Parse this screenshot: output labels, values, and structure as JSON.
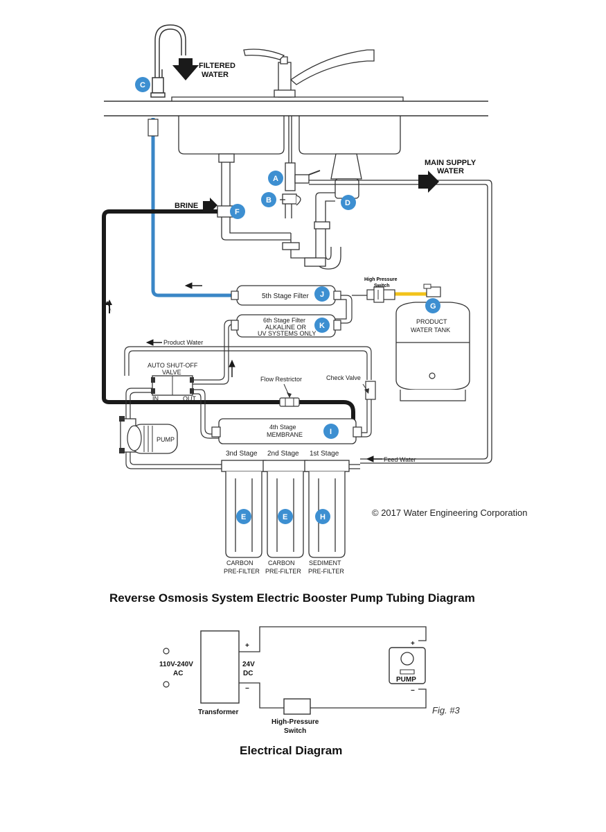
{
  "top": {
    "filtered_water": [
      "FILTERED",
      "WATER"
    ],
    "main_supply": [
      "MAIN SUPPLY",
      "WATER"
    ],
    "brine": "BRINE"
  },
  "components": {
    "stage5": "5th Stage Filter",
    "stage6": [
      "6th Stage Filter",
      "ALKALINE OR",
      "UV SYSTEMS ONLY"
    ],
    "hp_switch": [
      "High Pressure",
      "Switch"
    ],
    "tank": [
      "PRODUCT",
      "WATER TANK"
    ],
    "product_water": "Product Water",
    "auto_valve": [
      "AUTO SHUT-OFF",
      "VALVE"
    ],
    "valve_in": "IN",
    "valve_out": "OUT",
    "flow_restrictor": "Flow Restrictor",
    "check_valve": "Check Valve",
    "membrane": [
      "4th Stage",
      "MEMBRANE"
    ],
    "pump_label": "PUMP",
    "feed_water": "Feed Water",
    "stage_labels": [
      "3nd Stage",
      "2nd Stage",
      "1st Stage"
    ],
    "filter_names": [
      [
        "CARBON",
        "PRE-FILTER"
      ],
      [
        "CARBON",
        "PRE-FILTER"
      ],
      [
        "SEDIMENT",
        "PRE-FILTER"
      ]
    ],
    "filter_badges": [
      "E",
      "E",
      "H"
    ]
  },
  "badges": {
    "A": "A",
    "B": "B",
    "C": "C",
    "D": "D",
    "F": "F",
    "G": "G",
    "I": "I",
    "J": "J",
    "K": "K"
  },
  "copyright": "© 2017 Water Engineering Corporation",
  "title_tubing": "Reverse Osmosis System Electric Booster Pump Tubing Diagram",
  "electrical": {
    "input_voltage": [
      "110V-240V",
      "AC"
    ],
    "dc_voltage": [
      "24V",
      "DC"
    ],
    "plus": "+",
    "minus": "−",
    "transformer": "Transformer",
    "hp_switch": [
      "High-Pressure",
      "Switch"
    ],
    "pump": "PUMP",
    "fig": "Fig. #3",
    "title": "Electrical Diagram"
  },
  "colors": {
    "badge_blue": "#3d8fd1",
    "tube_blue": "#3a86c6",
    "tube_black": "#1a1a1a",
    "tube_yellow": "#f2c31b",
    "line": "#333333"
  }
}
